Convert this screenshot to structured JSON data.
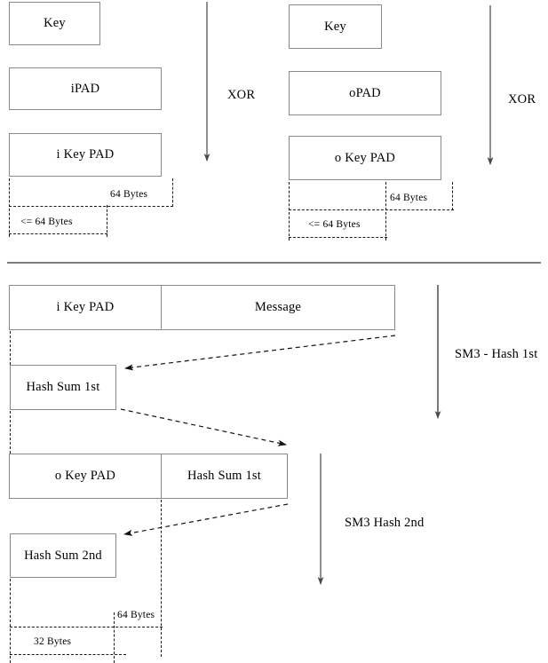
{
  "diagram": {
    "title": "HMAC-SM3 construction diagram",
    "colors": {
      "box_border": "#8a8a8a",
      "text": "#000000",
      "arrow": "#555555",
      "dashed": "#1a1a1a",
      "divider": "#7d7d7d",
      "background": "#ffffff"
    },
    "top_section": {
      "left_column": {
        "key_box": "Key",
        "pad_box": "iPAD",
        "result_box": "i Key PAD",
        "operation_label": "XOR",
        "dim_full": "64 Bytes",
        "dim_key": "<= 64 Bytes"
      },
      "right_column": {
        "key_box": "Key",
        "pad_box": "oPAD",
        "result_box": "o Key PAD",
        "operation_label": "XOR",
        "dim_full": "64 Bytes",
        "dim_key": "<= 64 Bytes"
      }
    },
    "bottom_section": {
      "row1": {
        "left_cell": "i Key PAD",
        "right_cell": "Message"
      },
      "hash1_box": "Hash Sum 1st",
      "hash1_label": "SM3 - Hash 1st",
      "row2": {
        "left_cell": "o Key PAD",
        "right_cell": "Hash Sum 1st"
      },
      "hash2_box": "Hash Sum 2nd",
      "hash2_label": "SM3  Hash 2nd",
      "dim_full": "64 Bytes",
      "dim_hash": "32 Bytes"
    }
  }
}
